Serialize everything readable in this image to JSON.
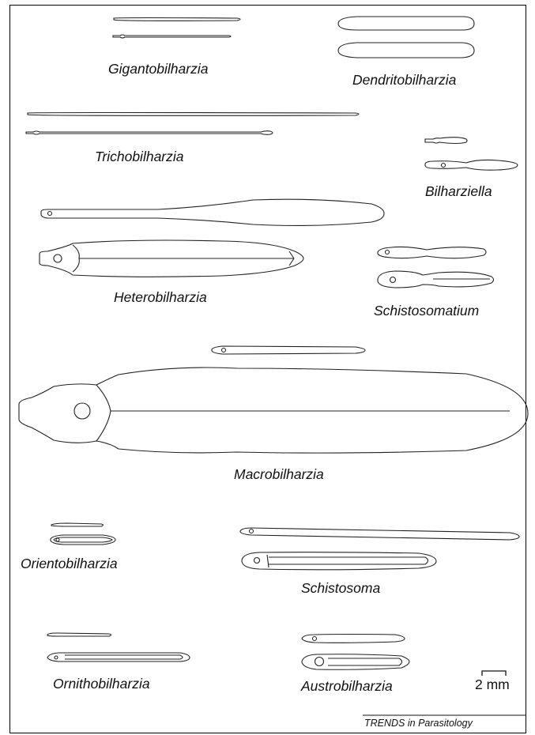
{
  "genera": [
    {
      "name": "Gigantobilharzia"
    },
    {
      "name": "Dendritobilharzia"
    },
    {
      "name": "Trichobilharzia"
    },
    {
      "name": "Bilharziella"
    },
    {
      "name": "Heterobilharzia"
    },
    {
      "name": "Schistosomatium"
    },
    {
      "name": "Macrobilharzia"
    },
    {
      "name": "Orientobilharzia"
    },
    {
      "name": "Schistosoma"
    },
    {
      "name": "Ornithobilharzia"
    },
    {
      "name": "Austrobilharzia"
    }
  ],
  "scale_bar": {
    "label": "2 mm"
  },
  "credit": "TRENDS in Parasitology"
}
